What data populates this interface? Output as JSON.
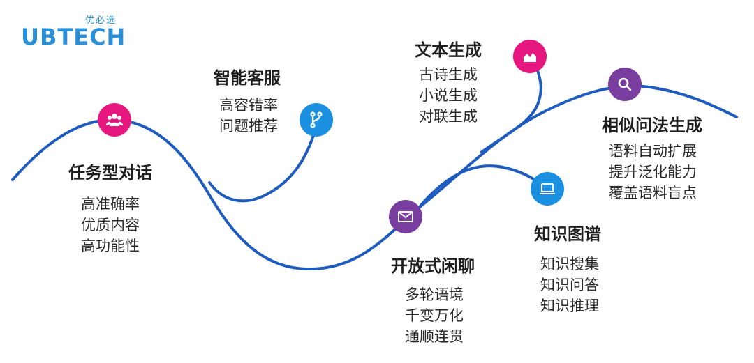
{
  "logo": {
    "small": "优必选",
    "main": "UBTECH"
  },
  "colors": {
    "curve": "#1e5bbf",
    "pink": "#e6177f",
    "blue": "#1b8fe0",
    "purple": "#7a3da0"
  },
  "sections": [
    {
      "id": "task",
      "title": "任务型对话",
      "items": [
        "高准确率",
        "优质内容",
        "高功能性"
      ],
      "icon": "users-icon",
      "color": "#e6177f"
    },
    {
      "id": "service",
      "title": "智能客服",
      "items": [
        "高容错率",
        "问题推荐"
      ],
      "icon": "branch-icon",
      "color": "#1b8fe0"
    },
    {
      "id": "chat",
      "title": "开放式闲聊",
      "items": [
        "多轮语境",
        "千变万化",
        "通顺连贯"
      ],
      "icon": "mail-icon",
      "color": "#7a3da0"
    },
    {
      "id": "textgen",
      "title": "文本生成",
      "items": [
        "古诗生成",
        "小说生成",
        "对联生成"
      ],
      "icon": "chart-icon",
      "color": "#e6177f"
    },
    {
      "id": "kg",
      "title": "知识图谱",
      "items": [
        "知识搜集",
        "知识问答",
        "知识推理"
      ],
      "icon": "laptop-icon",
      "color": "#1b8fe0"
    },
    {
      "id": "similar",
      "title": "相似问法生成",
      "items": [
        "语料自动扩展",
        "提升泛化能力",
        "覆盖语料盲点"
      ],
      "icon": "search-icon",
      "color": "#7a3da0"
    }
  ]
}
